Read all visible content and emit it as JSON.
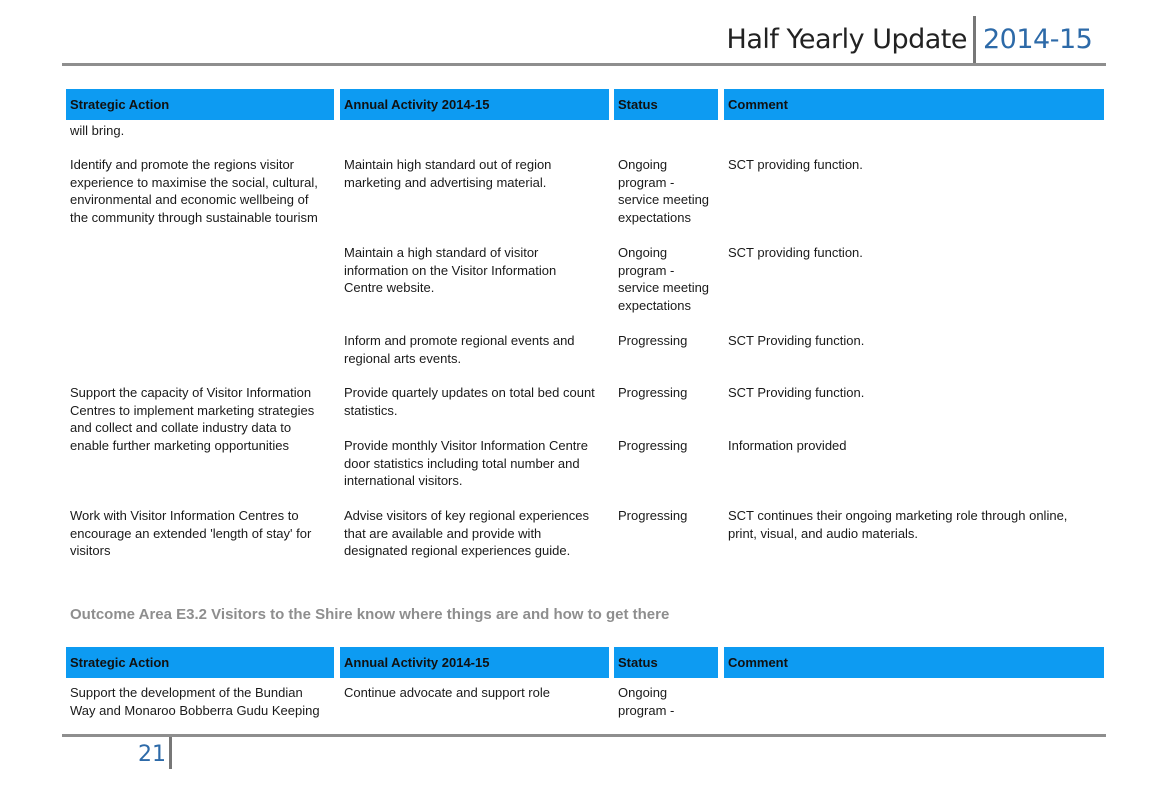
{
  "header": {
    "title": "Half Yearly Update",
    "year": "2014-15"
  },
  "table_headers": [
    "Strategic Action",
    "Annual Activity 2014-15",
    "Status",
    "Comment"
  ],
  "table1_rows": [
    {
      "action": "will bring.",
      "activity": "",
      "status": "",
      "comment": ""
    },
    {
      "action": "Identify and promote the regions visitor\nexperience to maximise the social, cultural,\nenvironmental and economic wellbeing of\nthe community through sustainable tourism",
      "activity": "Maintain high standard out of region\nmarketing and advertising material.",
      "status": "Ongoing\nprogram -\nservice meeting\nexpectations",
      "comment": "SCT providing function."
    },
    {
      "action": "",
      "activity": "Maintain a high standard of visitor\ninformation on the Visitor Information\nCentre website.",
      "status": "Ongoing\nprogram -\nservice meeting\nexpectations",
      "comment": "SCT providing function."
    },
    {
      "action": "",
      "activity": "Inform and promote regional events and\nregional arts events.",
      "status": "Progressing",
      "comment": "SCT Providing function."
    },
    {
      "action": "Support the capacity of Visitor Information\nCentres to implement marketing strategies\nand collect and collate industry data to\nenable further marketing opportunities",
      "activity": "Provide quartely updates on total bed count\nstatistics.",
      "status": "Progressing",
      "comment": "SCT Providing function."
    },
    {
      "action": "",
      "activity": "Provide monthly Visitor Information Centre\ndoor statistics including total number and\ninternational visitors.",
      "status": "Progressing",
      "comment": "Information provided"
    },
    {
      "action": "Work with Visitor Information Centres to\nencourage an extended 'length of stay' for\nvisitors",
      "activity": "Advise visitors of key regional experiences\nthat are available and provide with\ndesignated regional experiences guide.",
      "status": "Progressing",
      "comment": "SCT continues their ongoing marketing role through online,\nprint, visual, and audio materials."
    }
  ],
  "outcome_heading": "Outcome Area E3.2 Visitors to the Shire know where things are and how to get there",
  "table2_rows": [
    {
      "action": "Support the development of the Bundian\nWay and Monaroo Bobberra Gudu Keeping",
      "activity": "Continue advocate and support role",
      "status": "Ongoing\nprogram -",
      "comment": ""
    }
  ],
  "footer": {
    "page_number": "21"
  }
}
